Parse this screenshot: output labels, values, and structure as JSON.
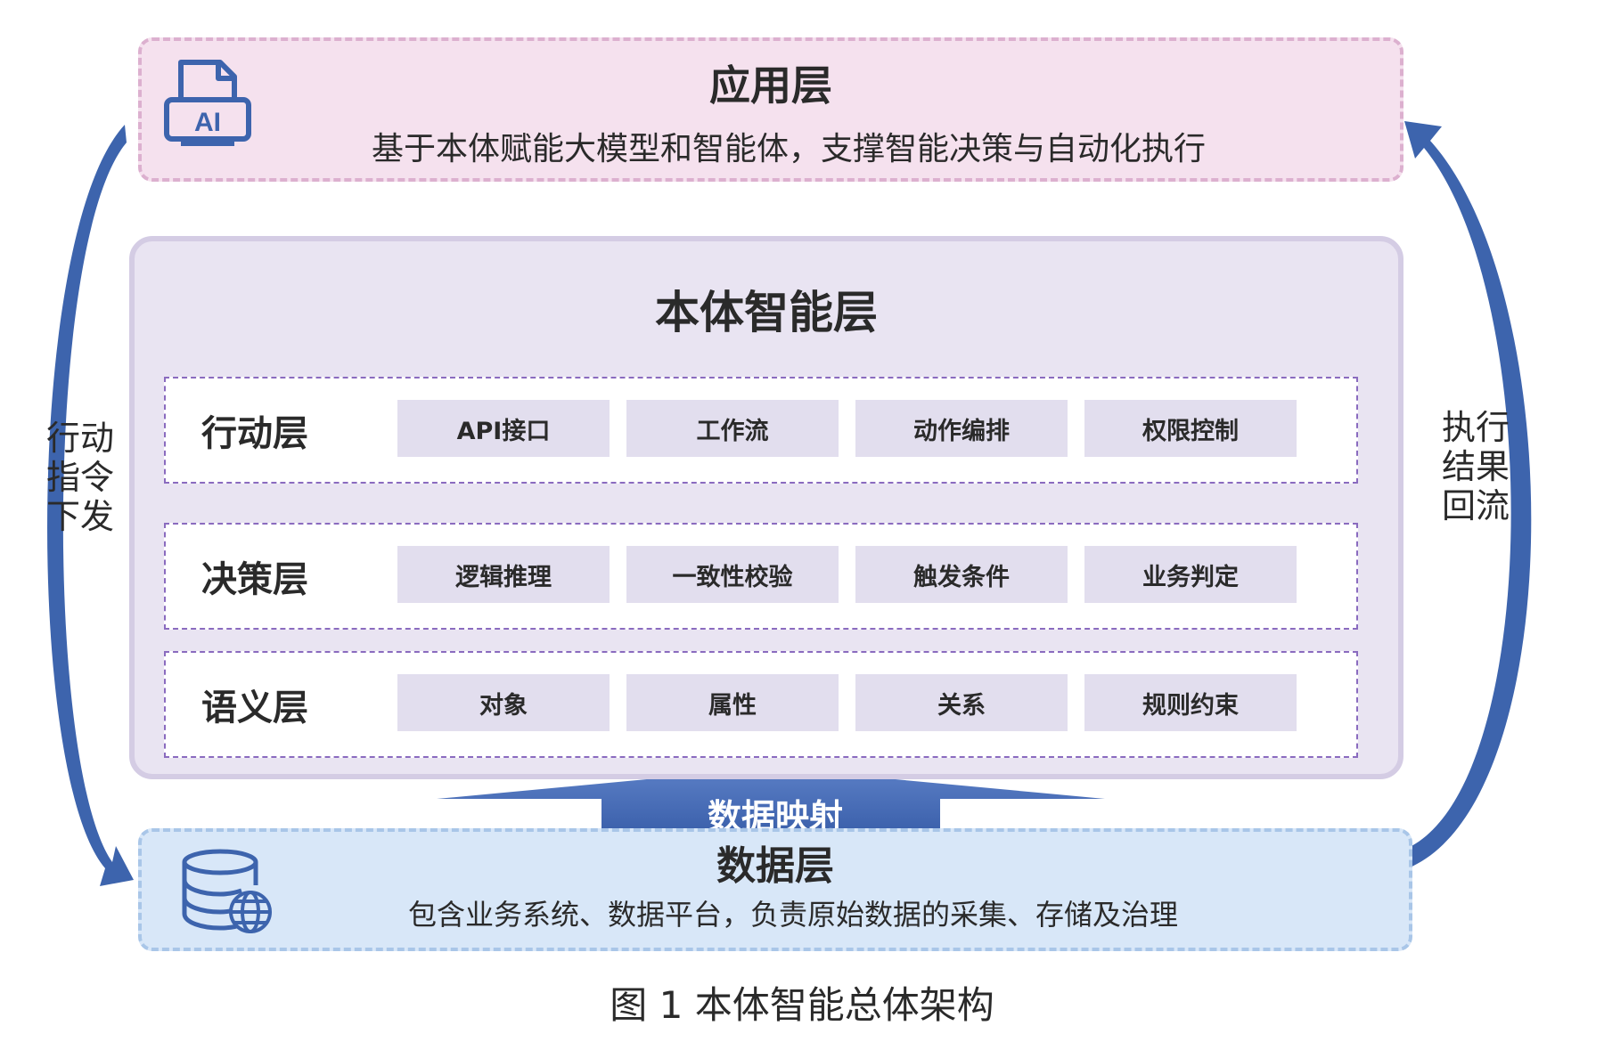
{
  "app_layer": {
    "title": "应用层",
    "description": "基于本体赋能大模型和智能体，支撑智能决策与自动化执行",
    "icon": "ai-document-icon",
    "icon_text": "AI"
  },
  "ontology_layer": {
    "title": "本体智能层",
    "sublayers": [
      {
        "label": "行动层",
        "items": [
          "API接口",
          "工作流",
          "动作编排",
          "权限控制"
        ]
      },
      {
        "label": "决策层",
        "items": [
          "逻辑推理",
          "一致性校验",
          "触发条件",
          "业务判定"
        ]
      },
      {
        "label": "语义层",
        "items": [
          "对象",
          "属性",
          "关系",
          "规则约束"
        ]
      }
    ]
  },
  "mapping": {
    "label": "数据映射"
  },
  "data_layer": {
    "title": "数据层",
    "description": "包含业务系统、数据平台，负责原始数据的采集、存储及治理",
    "icon": "database-globe-icon"
  },
  "side_labels": {
    "left": [
      "行动",
      "指令",
      "下发"
    ],
    "right": [
      "执行",
      "结果",
      "回流"
    ]
  },
  "caption": "图 1 本体智能总体架构",
  "colors": {
    "app_bg": "#f5e1ee",
    "app_border": "#dcb0cf",
    "onto_bg": "#e9e4f2",
    "data_bg": "#d8e7f8",
    "arrow_blue": "#3d64ad",
    "item_bg": "#e2deee"
  }
}
